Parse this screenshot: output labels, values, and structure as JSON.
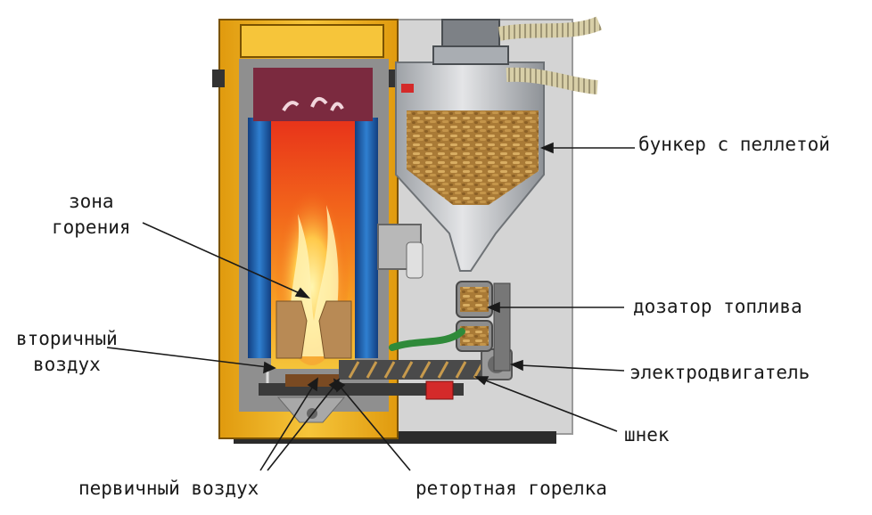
{
  "labels": {
    "combustion_zone": [
      "зона",
      "горения"
    ],
    "secondary_air": [
      "вторичный",
      "воздух"
    ],
    "primary_air": "первичный воздух",
    "retort_burner": "ретортная горелка",
    "pellet_hopper": "бункер с пеллетой",
    "fuel_dispenser": "дозатор топлива",
    "electric_motor": "электродвигатель",
    "auger": "шнек"
  },
  "colors": {
    "casing_yellow": "#f3b417",
    "water_jacket_blue": "#1f5fb0",
    "flame_orange": "#f2641b",
    "flue_top_purple": "#7b2a3f",
    "hopper_metal": "#c7c9cc",
    "pellet_brown": "#b98a42",
    "back_panel_gray": "#d4d4d4",
    "motor_red": "#d42a2a",
    "cable_green": "#2f8a3a",
    "leader_line": "#1a1a1a"
  }
}
